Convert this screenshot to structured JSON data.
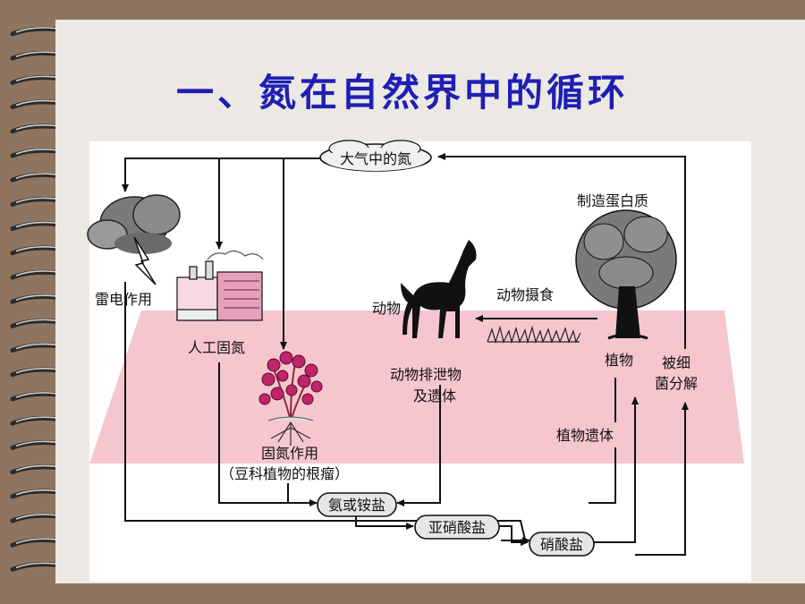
{
  "title": "一、氮在自然界中的循环",
  "nodes": {
    "atmosphere": "大气中的氮",
    "lightning": "雷电作用",
    "industrial": "人工固氮",
    "fixation": "固氮作用",
    "fixation_note": "（豆科植物的根瘤）",
    "animal": "动物",
    "feeding": "动物摄食",
    "protein": "制造蛋白质",
    "plant": "植物",
    "bacteria_1": "被细",
    "bacteria_2": "菌分解",
    "excretion_1": "动物排泄物",
    "excretion_2": "及遗体",
    "plant_remains": "植物遗体",
    "ammonia": "氨或铵盐",
    "nitrite": "亚硝酸盐",
    "nitrate": "硝酸盐"
  },
  "colors": {
    "title": "#1f1fb4",
    "slide_bg": "#ece9e4",
    "frame": "#8f7560",
    "soil_band": "#f6c6ce"
  }
}
